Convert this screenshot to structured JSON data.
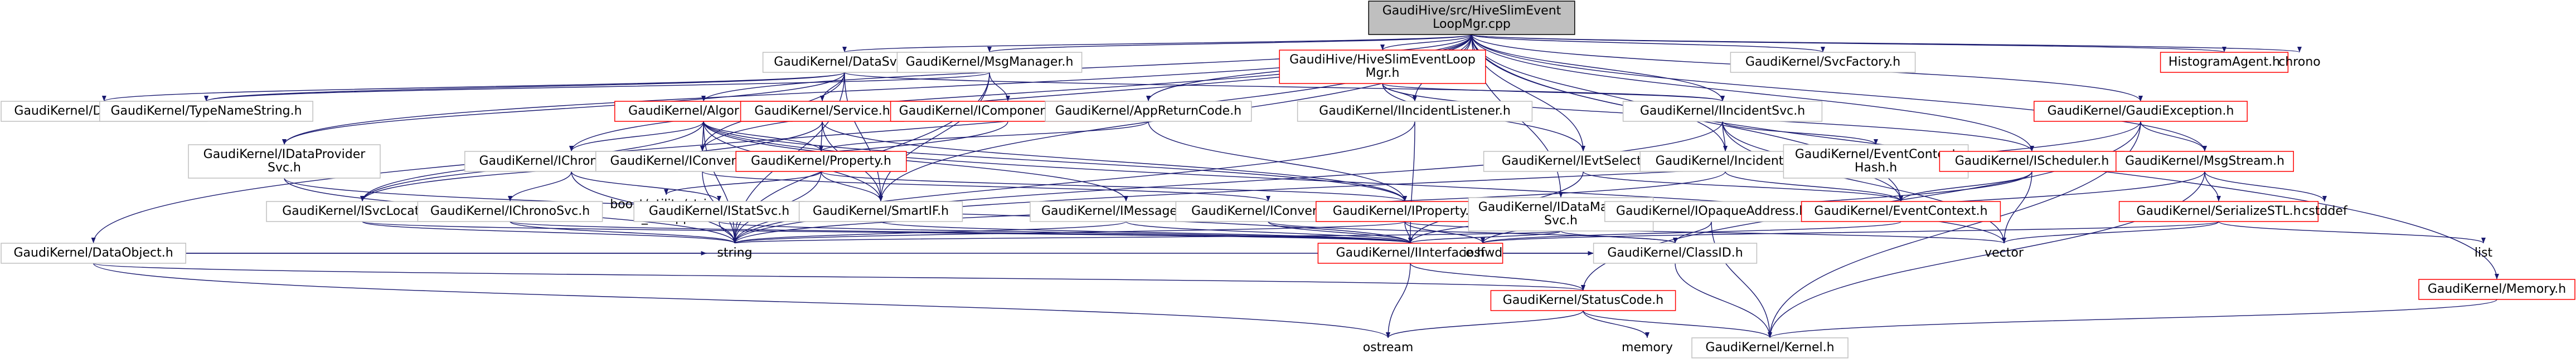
{
  "colors": {
    "edge": "#191970",
    "border_normal": "#bfbfbf",
    "border_red": "#ff0000",
    "root_fill": "#bfbfbf",
    "text": "#000000"
  },
  "nodes": [
    {
      "id": "root",
      "lines": [
        "GaudiHive/src/HiveSlimEvent",
        "LoopMgr.cpp"
      ],
      "style": "root"
    },
    {
      "id": "datasvc",
      "lines": [
        "GaudiKernel/DataSvc.h"
      ],
      "style": "normal"
    },
    {
      "id": "mgrmanager",
      "lines": [
        "GaudiKernel/MsgManager.h"
      ],
      "style": "normal"
    },
    {
      "id": "hiveloop",
      "lines": [
        "GaudiHive/HiveSlimEventLoop",
        "Mgr.h"
      ],
      "style": "red"
    },
    {
      "id": "svcfactory",
      "lines": [
        "GaudiKernel/SvcFactory.h"
      ],
      "style": "normal"
    },
    {
      "id": "histoagent",
      "lines": [
        "HistogramAgent.h"
      ],
      "style": "red"
    },
    {
      "id": "chrono",
      "lines": [
        "chrono"
      ],
      "style": "plain"
    },
    {
      "id": "datastorem",
      "lines": [
        "GaudiKernel/DataStoreItem.h"
      ],
      "style": "normal"
    },
    {
      "id": "typename",
      "lines": [
        "GaudiKernel/TypeNameString.h"
      ],
      "style": "normal"
    },
    {
      "id": "algorithm",
      "lines": [
        "GaudiKernel/Algorithm.h"
      ],
      "style": "red"
    },
    {
      "id": "service",
      "lines": [
        "GaudiKernel/Service.h"
      ],
      "style": "red"
    },
    {
      "id": "icompmgr",
      "lines": [
        "GaudiKernel/IComponentManager.h"
      ],
      "style": "red"
    },
    {
      "id": "iappreturn",
      "lines": [
        "GaudiKernel/AppReturnCode.h"
      ],
      "style": "normal"
    },
    {
      "id": "iincidentlistener",
      "lines": [
        "GaudiKernel/IIncidentListener.h"
      ],
      "style": "normal"
    },
    {
      "id": "iincidentsvc",
      "lines": [
        "GaudiKernel/IIncidentSvc.h"
      ],
      "style": "normal"
    },
    {
      "id": "gaudiexception",
      "lines": [
        "GaudiKernel/GaudiException.h"
      ],
      "style": "red"
    },
    {
      "id": "idataprovider",
      "lines": [
        "GaudiKernel/IDataProvider",
        "Svc.h"
      ],
      "style": "normal"
    },
    {
      "id": "ichronostat",
      "lines": [
        "GaudiKernel/IChronoStatSvc.h"
      ],
      "style": "normal"
    },
    {
      "id": "iconversion",
      "lines": [
        "GaudiKernel/IConversionSvc.h"
      ],
      "style": "normal"
    },
    {
      "id": "property",
      "lines": [
        "GaudiKernel/Property.h"
      ],
      "style": "red"
    },
    {
      "id": "ievtselector",
      "lines": [
        "GaudiKernel/IEvtSelector.h"
      ],
      "style": "normal"
    },
    {
      "id": "incident",
      "lines": [
        "GaudiKernel/Incident.h"
      ],
      "style": "normal"
    },
    {
      "id": "ieventctxhash",
      "lines": [
        "GaudiKernel/EventContext",
        "Hash.h"
      ],
      "style": "normal"
    },
    {
      "id": "ischeduler",
      "lines": [
        "GaudiKernel/IScheduler.h"
      ],
      "style": "red"
    },
    {
      "id": "msgstream",
      "lines": [
        "GaudiKernel/MsgStream.h"
      ],
      "style": "red"
    },
    {
      "id": "isvclocator",
      "lines": [
        "GaudiKernel/ISvcLocator.h"
      ],
      "style": "normal"
    },
    {
      "id": "ichronosvc",
      "lines": [
        "GaudiKernel/IChronoSvc.h"
      ],
      "style": "normal"
    },
    {
      "id": "boost",
      "lines": [
        "boost/utility/string",
        "_ref.hpp"
      ],
      "style": "plain"
    },
    {
      "id": "istatsvc",
      "lines": [
        "GaudiKernel/IStatSvc.h"
      ],
      "style": "normal"
    },
    {
      "id": "smartif",
      "lines": [
        "GaudiKernel/SmartIF.h"
      ],
      "style": "normal"
    },
    {
      "id": "imessagesvc",
      "lines": [
        "GaudiKernel/IMessageSvc.h"
      ],
      "style": "normal"
    },
    {
      "id": "iconverter",
      "lines": [
        "GaudiKernel/IConverter.h"
      ],
      "style": "normal"
    },
    {
      "id": "iproperty",
      "lines": [
        "GaudiKernel/IProperty.h"
      ],
      "style": "red"
    },
    {
      "id": "idatamanager",
      "lines": [
        "GaudiKernel/IDataManager",
        "Svc.h"
      ],
      "style": "normal"
    },
    {
      "id": "iopaqueaddress",
      "lines": [
        "GaudiKernel/IOpaqueAddress.h"
      ],
      "style": "normal"
    },
    {
      "id": "eventcontext",
      "lines": [
        "GaudiKernel/EventContext.h"
      ],
      "style": "red"
    },
    {
      "id": "serializestl",
      "lines": [
        "GaudiKernel/SerializeSTL.h"
      ],
      "style": "red"
    },
    {
      "id": "cstddef",
      "lines": [
        "cstddef"
      ],
      "style": "plain"
    },
    {
      "id": "memory_h",
      "lines": [
        "GaudiKernel/Memory.h"
      ],
      "style": "red"
    },
    {
      "id": "dataobject",
      "lines": [
        "GaudiKernel/DataObject.h"
      ],
      "style": "normal"
    },
    {
      "id": "string",
      "lines": [
        "string"
      ],
      "style": "plain"
    },
    {
      "id": "iinterface",
      "lines": [
        "GaudiKernel/IInterface.h"
      ],
      "style": "red"
    },
    {
      "id": "iosfwd",
      "lines": [
        "iosfwd"
      ],
      "style": "plain"
    },
    {
      "id": "classid",
      "lines": [
        "GaudiKernel/ClassID.h"
      ],
      "style": "normal"
    },
    {
      "id": "vector",
      "lines": [
        "vector"
      ],
      "style": "plain"
    },
    {
      "id": "list",
      "lines": [
        "list"
      ],
      "style": "plain"
    },
    {
      "id": "statuscode",
      "lines": [
        "GaudiKernel/StatusCode.h"
      ],
      "style": "red"
    },
    {
      "id": "ostream",
      "lines": [
        "ostream"
      ],
      "style": "plain"
    },
    {
      "id": "memory",
      "lines": [
        "memory"
      ],
      "style": "plain"
    },
    {
      "id": "kernel",
      "lines": [
        "GaudiKernel/Kernel.h"
      ],
      "style": "normal"
    }
  ],
  "edges": [
    [
      "root",
      "datasvc"
    ],
    [
      "root",
      "mgrmanager"
    ],
    [
      "root",
      "hiveloop"
    ],
    [
      "root",
      "svcfactory"
    ],
    [
      "root",
      "histoagent"
    ],
    [
      "root",
      "chrono"
    ],
    [
      "root",
      "algorithm"
    ],
    [
      "root",
      "iappreturn"
    ],
    [
      "root",
      "iincidentlistener"
    ],
    [
      "root",
      "iincidentsvc"
    ],
    [
      "root",
      "gaudiexception"
    ],
    [
      "root",
      "idataprovider"
    ],
    [
      "root",
      "ichronostat"
    ],
    [
      "root",
      "iconversion"
    ],
    [
      "root",
      "ievtselector"
    ],
    [
      "root",
      "incident"
    ],
    [
      "root",
      "ischeduler"
    ],
    [
      "root",
      "msgstream"
    ],
    [
      "root",
      "smartif"
    ],
    [
      "root",
      "idatamanager"
    ],
    [
      "root",
      "eventcontext"
    ],
    [
      "root",
      "dataobject"
    ],
    [
      "root",
      "memory_h"
    ],
    [
      "datasvc",
      "datastorem"
    ],
    [
      "datasvc",
      "typename"
    ],
    [
      "datasvc",
      "service"
    ],
    [
      "datasvc",
      "idataprovider"
    ],
    [
      "datasvc",
      "iconversion"
    ],
    [
      "datasvc",
      "smartif"
    ],
    [
      "datasvc",
      "iincidentsvc"
    ],
    [
      "datasvc",
      "string"
    ],
    [
      "mgrmanager",
      "icompmgr"
    ],
    [
      "mgrmanager",
      "smartif"
    ],
    [
      "mgrmanager",
      "typename"
    ],
    [
      "mgrmanager",
      "string"
    ],
    [
      "hiveloop",
      "iincidentsvc"
    ],
    [
      "hiveloop",
      "ievtselector"
    ],
    [
      "hiveloop",
      "ischeduler"
    ],
    [
      "hiveloop",
      "iincidentlistener"
    ],
    [
      "algorithm",
      "property"
    ],
    [
      "algorithm",
      "isvclocator"
    ],
    [
      "algorithm",
      "ichronostat"
    ],
    [
      "algorithm",
      "iconversion"
    ],
    [
      "algorithm",
      "smartif"
    ],
    [
      "algorithm",
      "iproperty"
    ],
    [
      "algorithm",
      "imessagesvc"
    ],
    [
      "algorithm",
      "string"
    ],
    [
      "algorithm",
      "vector"
    ],
    [
      "service",
      "property"
    ],
    [
      "service",
      "isvclocator"
    ],
    [
      "service",
      "iproperty"
    ],
    [
      "service",
      "smartif"
    ],
    [
      "icompmgr",
      "isvclocator"
    ],
    [
      "iappreturn",
      "iproperty"
    ],
    [
      "iappreturn",
      "property"
    ],
    [
      "iincidentlistener",
      "iinterface"
    ],
    [
      "iincidentlistener",
      "string"
    ],
    [
      "iincidentsvc",
      "incident"
    ],
    [
      "iincidentsvc",
      "ieventctxhash"
    ],
    [
      "iincidentsvc",
      "eventcontext"
    ],
    [
      "iincidentsvc",
      "string"
    ],
    [
      "iincidentsvc",
      "vector"
    ],
    [
      "gaudiexception",
      "statuscode"
    ],
    [
      "gaudiexception",
      "msgstream"
    ],
    [
      "gaudiexception",
      "string"
    ],
    [
      "gaudiexception",
      "kernel"
    ],
    [
      "idataprovider",
      "iinterface"
    ],
    [
      "idataprovider",
      "string"
    ],
    [
      "ichronostat",
      "ichronosvc"
    ],
    [
      "ichronostat",
      "istatsvc"
    ],
    [
      "ichronostat",
      "string"
    ],
    [
      "iconversion",
      "iconverter"
    ],
    [
      "iconversion",
      "string"
    ],
    [
      "property",
      "boost"
    ],
    [
      "property",
      "smartif"
    ],
    [
      "property",
      "iproperty"
    ],
    [
      "property",
      "string"
    ],
    [
      "ievtselector",
      "eventcontext"
    ],
    [
      "ievtselector",
      "iinterface"
    ],
    [
      "incident",
      "eventcontext"
    ],
    [
      "incident",
      "string"
    ],
    [
      "ischeduler",
      "eventcontext"
    ],
    [
      "ischeduler",
      "iinterface"
    ],
    [
      "ischeduler",
      "vector"
    ],
    [
      "msgstream",
      "serializestl"
    ],
    [
      "msgstream",
      "cstddef"
    ],
    [
      "msgstream",
      "iosfwd"
    ],
    [
      "msgstream",
      "kernel"
    ],
    [
      "isvclocator",
      "iinterface"
    ],
    [
      "isvclocator",
      "string"
    ],
    [
      "ichronosvc",
      "iinterface"
    ],
    [
      "ichronosvc",
      "string"
    ],
    [
      "istatsvc",
      "iinterface"
    ],
    [
      "istatsvc",
      "string"
    ],
    [
      "smartif",
      "iinterface"
    ],
    [
      "imessagesvc",
      "iinterface"
    ],
    [
      "imessagesvc",
      "string"
    ],
    [
      "iconverter",
      "iinterface"
    ],
    [
      "iconverter",
      "classid"
    ],
    [
      "iproperty",
      "iinterface"
    ],
    [
      "iproperty",
      "iosfwd"
    ],
    [
      "iproperty",
      "vector"
    ],
    [
      "iproperty",
      "string"
    ],
    [
      "idatamanager",
      "iinterface"
    ],
    [
      "idatamanager",
      "classid"
    ],
    [
      "idatamanager",
      "string"
    ],
    [
      "iopaqueaddress",
      "classid"
    ],
    [
      "iopaqueaddress",
      "kernel"
    ],
    [
      "eventcontext",
      "iosfwd"
    ],
    [
      "serializestl",
      "vector"
    ],
    [
      "serializestl",
      "list"
    ],
    [
      "serializestl",
      "iosfwd"
    ],
    [
      "memory_h",
      "kernel"
    ],
    [
      "dataobject",
      "classid"
    ],
    [
      "dataobject",
      "statuscode"
    ],
    [
      "dataobject",
      "string"
    ],
    [
      "dataobject",
      "ostream"
    ],
    [
      "iinterface",
      "statuscode"
    ],
    [
      "iinterface",
      "classid"
    ],
    [
      "iinterface",
      "ostream"
    ],
    [
      "classid",
      "kernel"
    ],
    [
      "statuscode",
      "ostream"
    ],
    [
      "statuscode",
      "memory"
    ],
    [
      "statuscode",
      "kernel"
    ]
  ]
}
